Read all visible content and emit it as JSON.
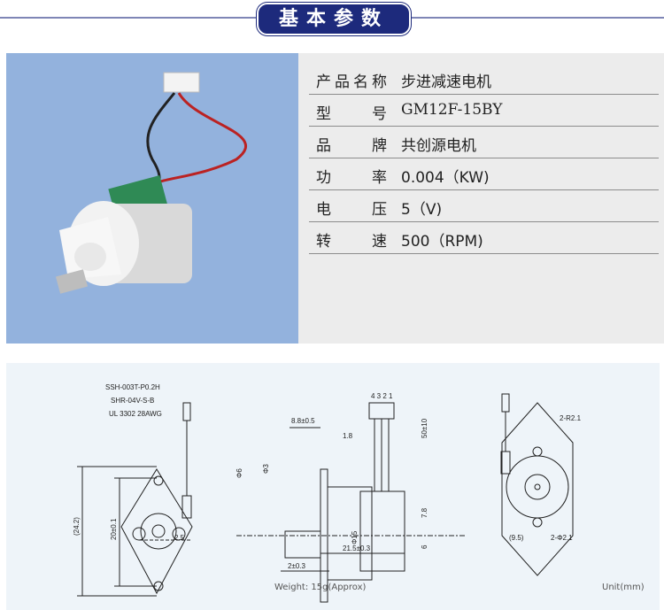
{
  "header": {
    "title": "基本参数"
  },
  "specs": [
    {
      "label": "产品名称",
      "value": "步进减速电机"
    },
    {
      "label": "型号",
      "value": "GM12F-15BY"
    },
    {
      "label": "品牌",
      "value": "共创源电机"
    },
    {
      "label": "功率",
      "value": "0.004（KW)"
    },
    {
      "label": "电压",
      "value": "5（V)"
    },
    {
      "label": "转速",
      "value": "500（RPM)"
    }
  ],
  "drawing": {
    "labels": {
      "connector": "SSH-003T-P0.2H",
      "housing": "SHR-04V-S-B",
      "wire": "UL 3302 28AWG",
      "height": "(24.2)",
      "hole_pitch": "20±0.1",
      "shaft_flat": "2.5",
      "pins": "4 3 2 1",
      "shaft_len": "8.8±0.5",
      "flange": "1.8",
      "d1": "Φ6",
      "d2": "Φ3",
      "d3": "Φ15",
      "lead": "50±10",
      "h1": "7.8",
      "h2": "6",
      "boss": "2±0.3",
      "body_len": "21.5±0.3",
      "r": "2-R2.1",
      "hole": "2-Φ2.1",
      "offset": "(9.5)"
    },
    "weight": "Weight: 15g(Approx)",
    "unit": "Unit(mm)"
  }
}
